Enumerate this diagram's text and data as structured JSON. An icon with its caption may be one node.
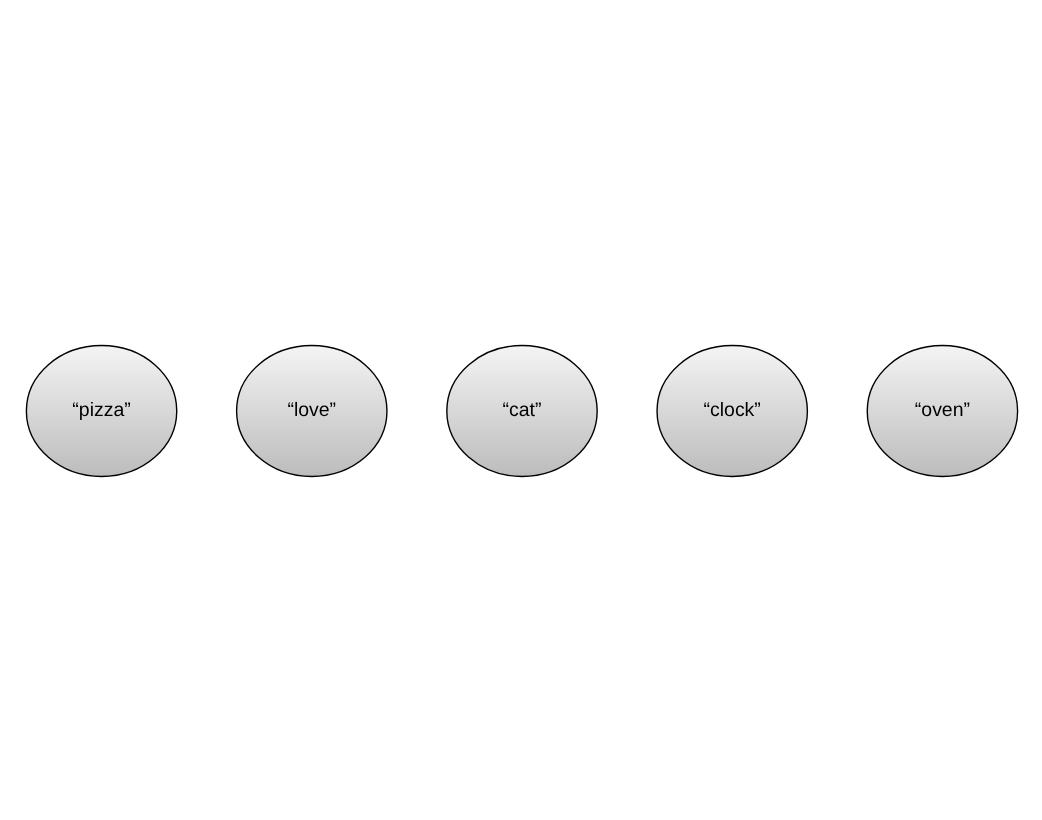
{
  "diagram": {
    "nodes": [
      {
        "text": [
          "“pizza”"
        ]
      },
      {
        "text": [
          "“love”"
        ]
      },
      {
        "text": [
          "“cat”"
        ]
      },
      {
        "text": [
          "“clock”"
        ]
      },
      {
        "text": [
          "“oven”"
        ]
      }
    ]
  }
}
